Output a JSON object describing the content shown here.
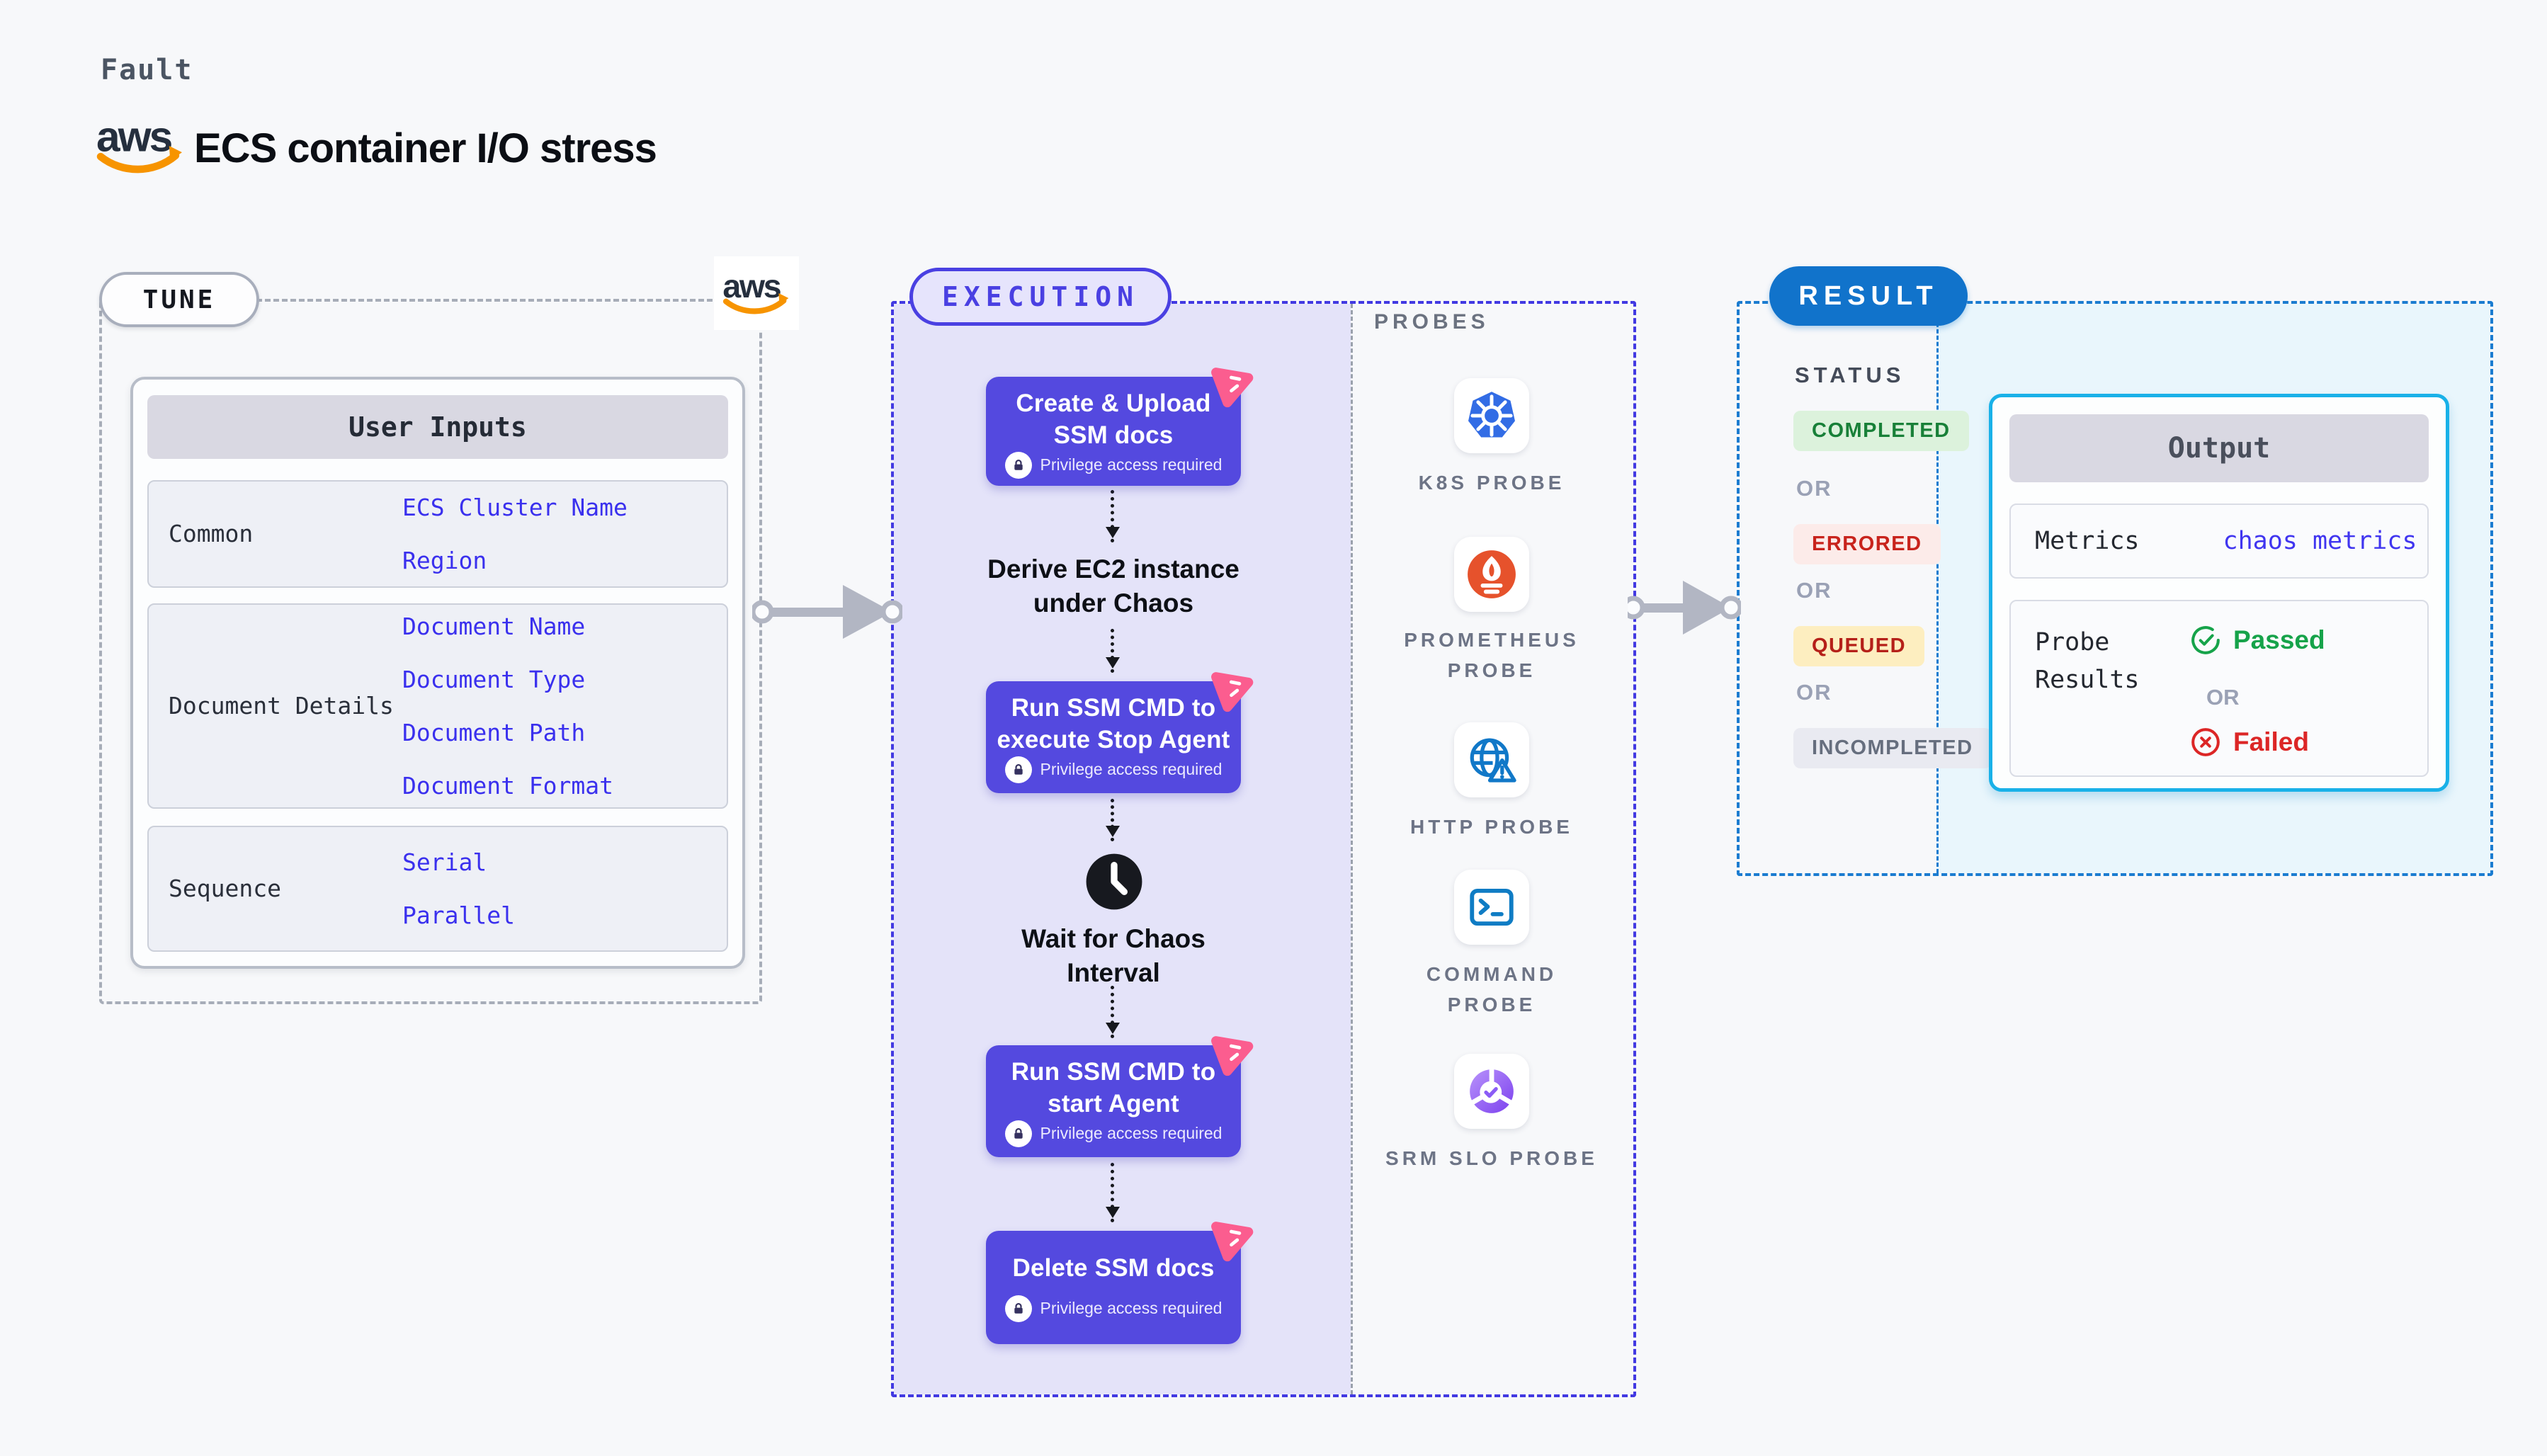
{
  "brand": {
    "wordmark": "aws"
  },
  "header": {
    "eyebrow": "Fault",
    "title": "ECS container I/O stress"
  },
  "tune": {
    "label": "TUNE",
    "card_title": "User Inputs",
    "rows": [
      {
        "label": "Common",
        "values": [
          "ECS Cluster Name",
          "Region"
        ]
      },
      {
        "label": "Document Details",
        "values": [
          "Document Name",
          "Document Type",
          "Document Path",
          "Document Format"
        ]
      },
      {
        "label": "Sequence",
        "values": [
          "Serial",
          "Parallel"
        ]
      }
    ]
  },
  "execution": {
    "label": "EXECUTION",
    "privilege_badge": "Privilege access required",
    "steps": {
      "create_upload": "Create & Upload SSM docs",
      "derive": "Derive EC2 instance under Chaos",
      "stop_agent": "Run SSM CMD to execute Stop Agent",
      "wait": "Wait for Chaos Interval",
      "start_agent": "Run SSM CMD to start Agent",
      "delete_docs": "Delete SSM docs"
    }
  },
  "probes": {
    "label": "PROBES",
    "items": [
      {
        "name": "K8S PROBE",
        "icon": "kubernetes-icon"
      },
      {
        "name": "PROMETHEUS PROBE",
        "icon": "prometheus-icon"
      },
      {
        "name": "HTTP PROBE",
        "icon": "globe-alert-icon"
      },
      {
        "name": "COMMAND PROBE",
        "icon": "terminal-icon"
      },
      {
        "name": "SRM SLO PROBE",
        "icon": "slo-donut-icon"
      }
    ]
  },
  "result": {
    "label": "RESULT",
    "status_label": "STATUS",
    "or": "OR",
    "statuses": [
      {
        "text": "COMPLETED",
        "fg": "#188038",
        "bg": "#dcf2dc"
      },
      {
        "text": "ERRORED",
        "fg": "#c8231c",
        "bg": "#fcebe9"
      },
      {
        "text": "QUEUED",
        "fg": "#b52019",
        "bg": "#fdeec0"
      },
      {
        "text": "INCOMPLETED",
        "fg": "#666e7e",
        "bg": "#e9eaf1"
      }
    ],
    "output": {
      "title": "Output",
      "metrics_label": "Metrics",
      "metrics_value": "chaos metrics",
      "probe_results_label": "Probe Results",
      "passed": "Passed",
      "failed": "Failed"
    }
  },
  "colors": {
    "indigo_accent": "#4a40e2",
    "step_box": "#5449df",
    "chaos_pink": "#fb5d8f",
    "result_blue": "#1173cb",
    "output_border": "#19b1e8",
    "link_blue": "#3a30ee",
    "passed_green": "#16a34a",
    "failed_red": "#dc2626",
    "k8s_blue": "#326ce5",
    "prometheus_orange": "#e6522c"
  }
}
